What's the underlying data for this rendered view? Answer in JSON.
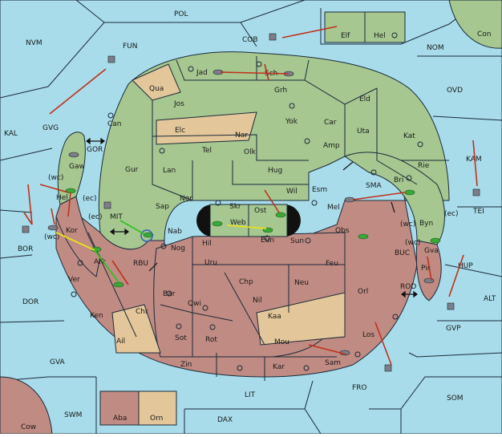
{
  "colors": {
    "sea": "#a8dcea",
    "green_power": "#a6c790",
    "red_power": "#c08b82",
    "neutral": "#e3c79a",
    "move_arrow": "#c0301c",
    "support_yellow": "#e8e020",
    "support_green": "#30c020"
  },
  "sea_labels": [
    {
      "key": "POL",
      "label": "POL"
    },
    {
      "key": "NVM",
      "label": "NVM"
    },
    {
      "key": "FUN",
      "label": "FUN"
    },
    {
      "key": "COB",
      "label": "COB"
    },
    {
      "key": "NOM",
      "label": "NOM"
    },
    {
      "key": "Con",
      "label": "Con"
    },
    {
      "key": "OVD",
      "label": "OVD"
    },
    {
      "key": "KAL",
      "label": "KAL"
    },
    {
      "key": "GVG",
      "label": "GVG"
    },
    {
      "key": "GOR",
      "label": "GOR"
    },
    {
      "key": "KAM",
      "label": "KAM"
    },
    {
      "key": "TEI",
      "label": "TEI"
    },
    {
      "key": "MIT",
      "label": "MIT"
    },
    {
      "key": "SMA",
      "label": "SMA"
    },
    {
      "key": "BOR",
      "label": "BOR"
    },
    {
      "key": "RBU",
      "label": "RBU"
    },
    {
      "key": "BUC",
      "label": "BUC"
    },
    {
      "key": "HUP",
      "label": "HUP"
    },
    {
      "key": "DOR",
      "label": "DOR"
    },
    {
      "key": "ROD",
      "label": "ROD"
    },
    {
      "key": "ALT",
      "label": "ALT"
    },
    {
      "key": "GVP",
      "label": "GVP"
    },
    {
      "key": "GVA",
      "label": "GVA"
    },
    {
      "key": "FRO",
      "label": "FRO"
    },
    {
      "key": "LIT",
      "label": "LIT"
    },
    {
      "key": "SOM",
      "label": "SOM"
    },
    {
      "key": "SWM",
      "label": "SWM"
    },
    {
      "key": "DAX",
      "label": "DAX"
    },
    {
      "key": "Cow",
      "label": "Cow"
    }
  ],
  "land_labels": [
    {
      "key": "Elf",
      "label": "Elf"
    },
    {
      "key": "Hel",
      "label": "Hel"
    },
    {
      "key": "Jad",
      "label": "Jad"
    },
    {
      "key": "Sch",
      "label": "Sch"
    },
    {
      "key": "Qua",
      "label": "Qua"
    },
    {
      "key": "Jos",
      "label": "Jos"
    },
    {
      "key": "Grh",
      "label": "Grh"
    },
    {
      "key": "Eld",
      "label": "Eld"
    },
    {
      "key": "Can",
      "label": "Can"
    },
    {
      "key": "Yok",
      "label": "Yok"
    },
    {
      "key": "Car",
      "label": "Car"
    },
    {
      "key": "Elc",
      "label": "Elc"
    },
    {
      "key": "Nar",
      "label": "Nar"
    },
    {
      "key": "Uta",
      "label": "Uta"
    },
    {
      "key": "Kat",
      "label": "Kat"
    },
    {
      "key": "Tel",
      "label": "Tel"
    },
    {
      "key": "Olk",
      "label": "Olk"
    },
    {
      "key": "Amp",
      "label": "Amp"
    },
    {
      "key": "Gaw",
      "label": "Gaw"
    },
    {
      "key": "Gur",
      "label": "Gur"
    },
    {
      "key": "Lan",
      "label": "Lan"
    },
    {
      "key": "Hug",
      "label": "Hug"
    },
    {
      "key": "Rie",
      "label": "Rie"
    },
    {
      "key": "Bri",
      "label": "Bri"
    },
    {
      "key": "Wil",
      "label": "Wil"
    },
    {
      "key": "Esm",
      "label": "Esm"
    },
    {
      "key": "Nor",
      "label": "Nor"
    },
    {
      "key": "Skr",
      "label": "Skr"
    },
    {
      "key": "Hel2",
      "label": "Hel"
    },
    {
      "key": "Sap",
      "label": "Sap"
    },
    {
      "key": "Ost",
      "label": "Ost"
    },
    {
      "key": "Mel",
      "label": "Mel"
    },
    {
      "key": "Web",
      "label": "Web"
    },
    {
      "key": "Kor",
      "label": "Kor"
    },
    {
      "key": "Byn",
      "label": "Byn"
    },
    {
      "key": "Nab",
      "label": "Nab"
    },
    {
      "key": "Eun",
      "label": "Eun"
    },
    {
      "key": "Obs",
      "label": "Obs"
    },
    {
      "key": "Hil",
      "label": "Hil"
    },
    {
      "key": "Sun",
      "label": "Sun"
    },
    {
      "key": "Nog",
      "label": "Nog"
    },
    {
      "key": "Ark",
      "label": "Ark"
    },
    {
      "key": "Gva",
      "label": "Gva"
    },
    {
      "key": "Uru",
      "label": "Uru"
    },
    {
      "key": "Feu",
      "label": "Feu"
    },
    {
      "key": "Pir",
      "label": "Pir"
    },
    {
      "key": "Ver",
      "label": "Ver"
    },
    {
      "key": "Chp",
      "label": "Chp"
    },
    {
      "key": "Neu",
      "label": "Neu"
    },
    {
      "key": "Orl",
      "label": "Orl"
    },
    {
      "key": "Bar",
      "label": "Bar"
    },
    {
      "key": "Nil",
      "label": "Nil"
    },
    {
      "key": "Qwi",
      "label": "Qwi"
    },
    {
      "key": "Ken",
      "label": "Ken"
    },
    {
      "key": "Chr",
      "label": "Chr"
    },
    {
      "key": "Kaa",
      "label": "Kaa"
    },
    {
      "key": "Los",
      "label": "Los"
    },
    {
      "key": "Sot",
      "label": "Sot"
    },
    {
      "key": "Rot",
      "label": "Rot"
    },
    {
      "key": "Ail",
      "label": "Ail"
    },
    {
      "key": "Mou",
      "label": "Mou"
    },
    {
      "key": "Sam",
      "label": "Sam"
    },
    {
      "key": "Zin",
      "label": "Zin"
    },
    {
      "key": "Kar",
      "label": "Kar"
    },
    {
      "key": "Aba",
      "label": "Aba"
    },
    {
      "key": "Orn",
      "label": "Orn"
    }
  ],
  "coast_labels": [
    {
      "key": "hel_wc",
      "label": "(wc)"
    },
    {
      "key": "hel_ec",
      "label": "(ec)"
    },
    {
      "key": "kor_ec",
      "label": "(ec)"
    },
    {
      "key": "kor_wc",
      "label": "(wc)"
    },
    {
      "key": "byn_wc",
      "label": "(wc)"
    },
    {
      "key": "byn_ec",
      "label": "(ec)"
    },
    {
      "key": "gva_wc",
      "label": "(wc)"
    }
  ]
}
